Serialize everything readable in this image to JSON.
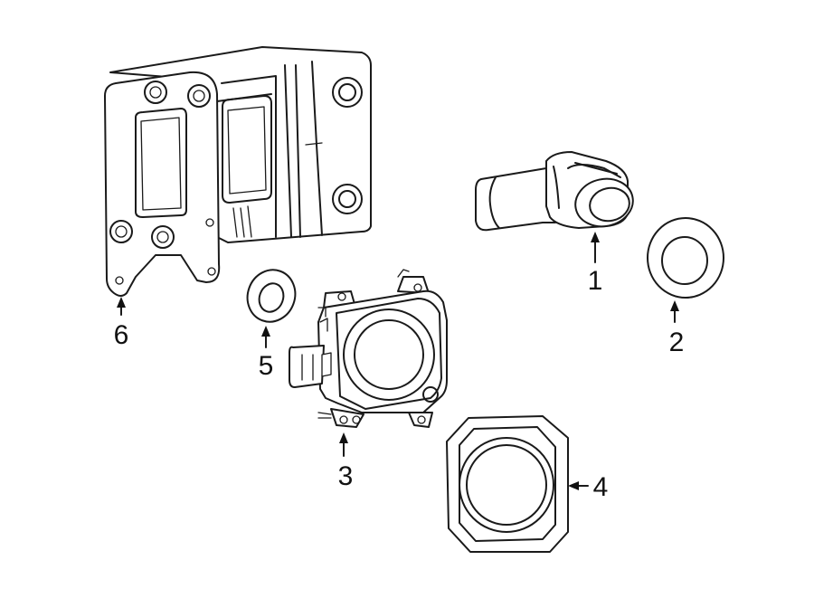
{
  "diagram": {
    "callouts": [
      {
        "id": "1",
        "label": "1"
      },
      {
        "id": "2",
        "label": "2"
      },
      {
        "id": "3",
        "label": "3"
      },
      {
        "id": "4",
        "label": "4"
      },
      {
        "id": "5",
        "label": "5"
      },
      {
        "id": "6",
        "label": "6"
      }
    ],
    "parts": [
      {
        "callout": "1",
        "name": "parking-sensor"
      },
      {
        "callout": "2",
        "name": "sensor-seal-ring"
      },
      {
        "callout": "3",
        "name": "radar-sensor-module"
      },
      {
        "callout": "4",
        "name": "sensor-bezel"
      },
      {
        "callout": "5",
        "name": "washer-seal"
      },
      {
        "callout": "6",
        "name": "mounting-bracket"
      }
    ],
    "colors": {
      "line": "#1a1a1a",
      "background": "#ffffff"
    }
  }
}
